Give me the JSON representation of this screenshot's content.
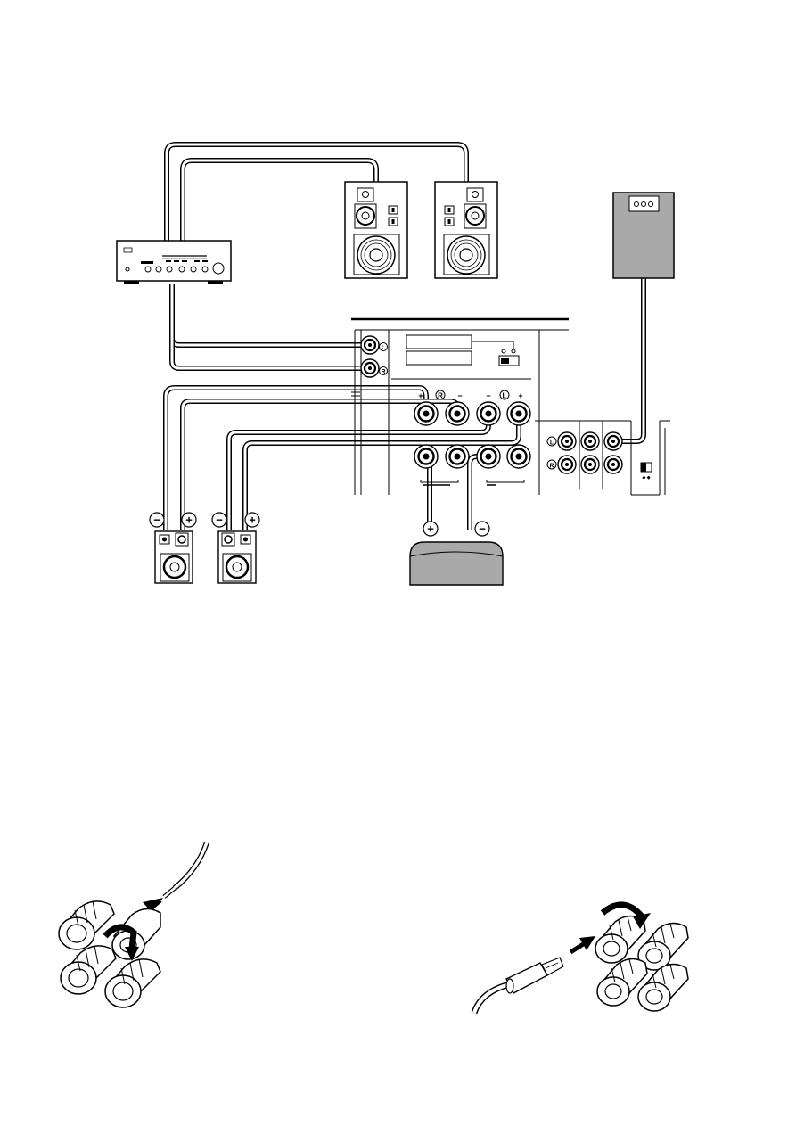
{
  "amp_panel": {
    "input_left": "L",
    "input_right": "R",
    "spk_right": "R",
    "spk_left": "L",
    "plus": "+",
    "minus": "−"
  },
  "sub_panel": {
    "left": "L",
    "right": "R"
  },
  "polarity": {
    "minus": "−",
    "plus": "+"
  }
}
